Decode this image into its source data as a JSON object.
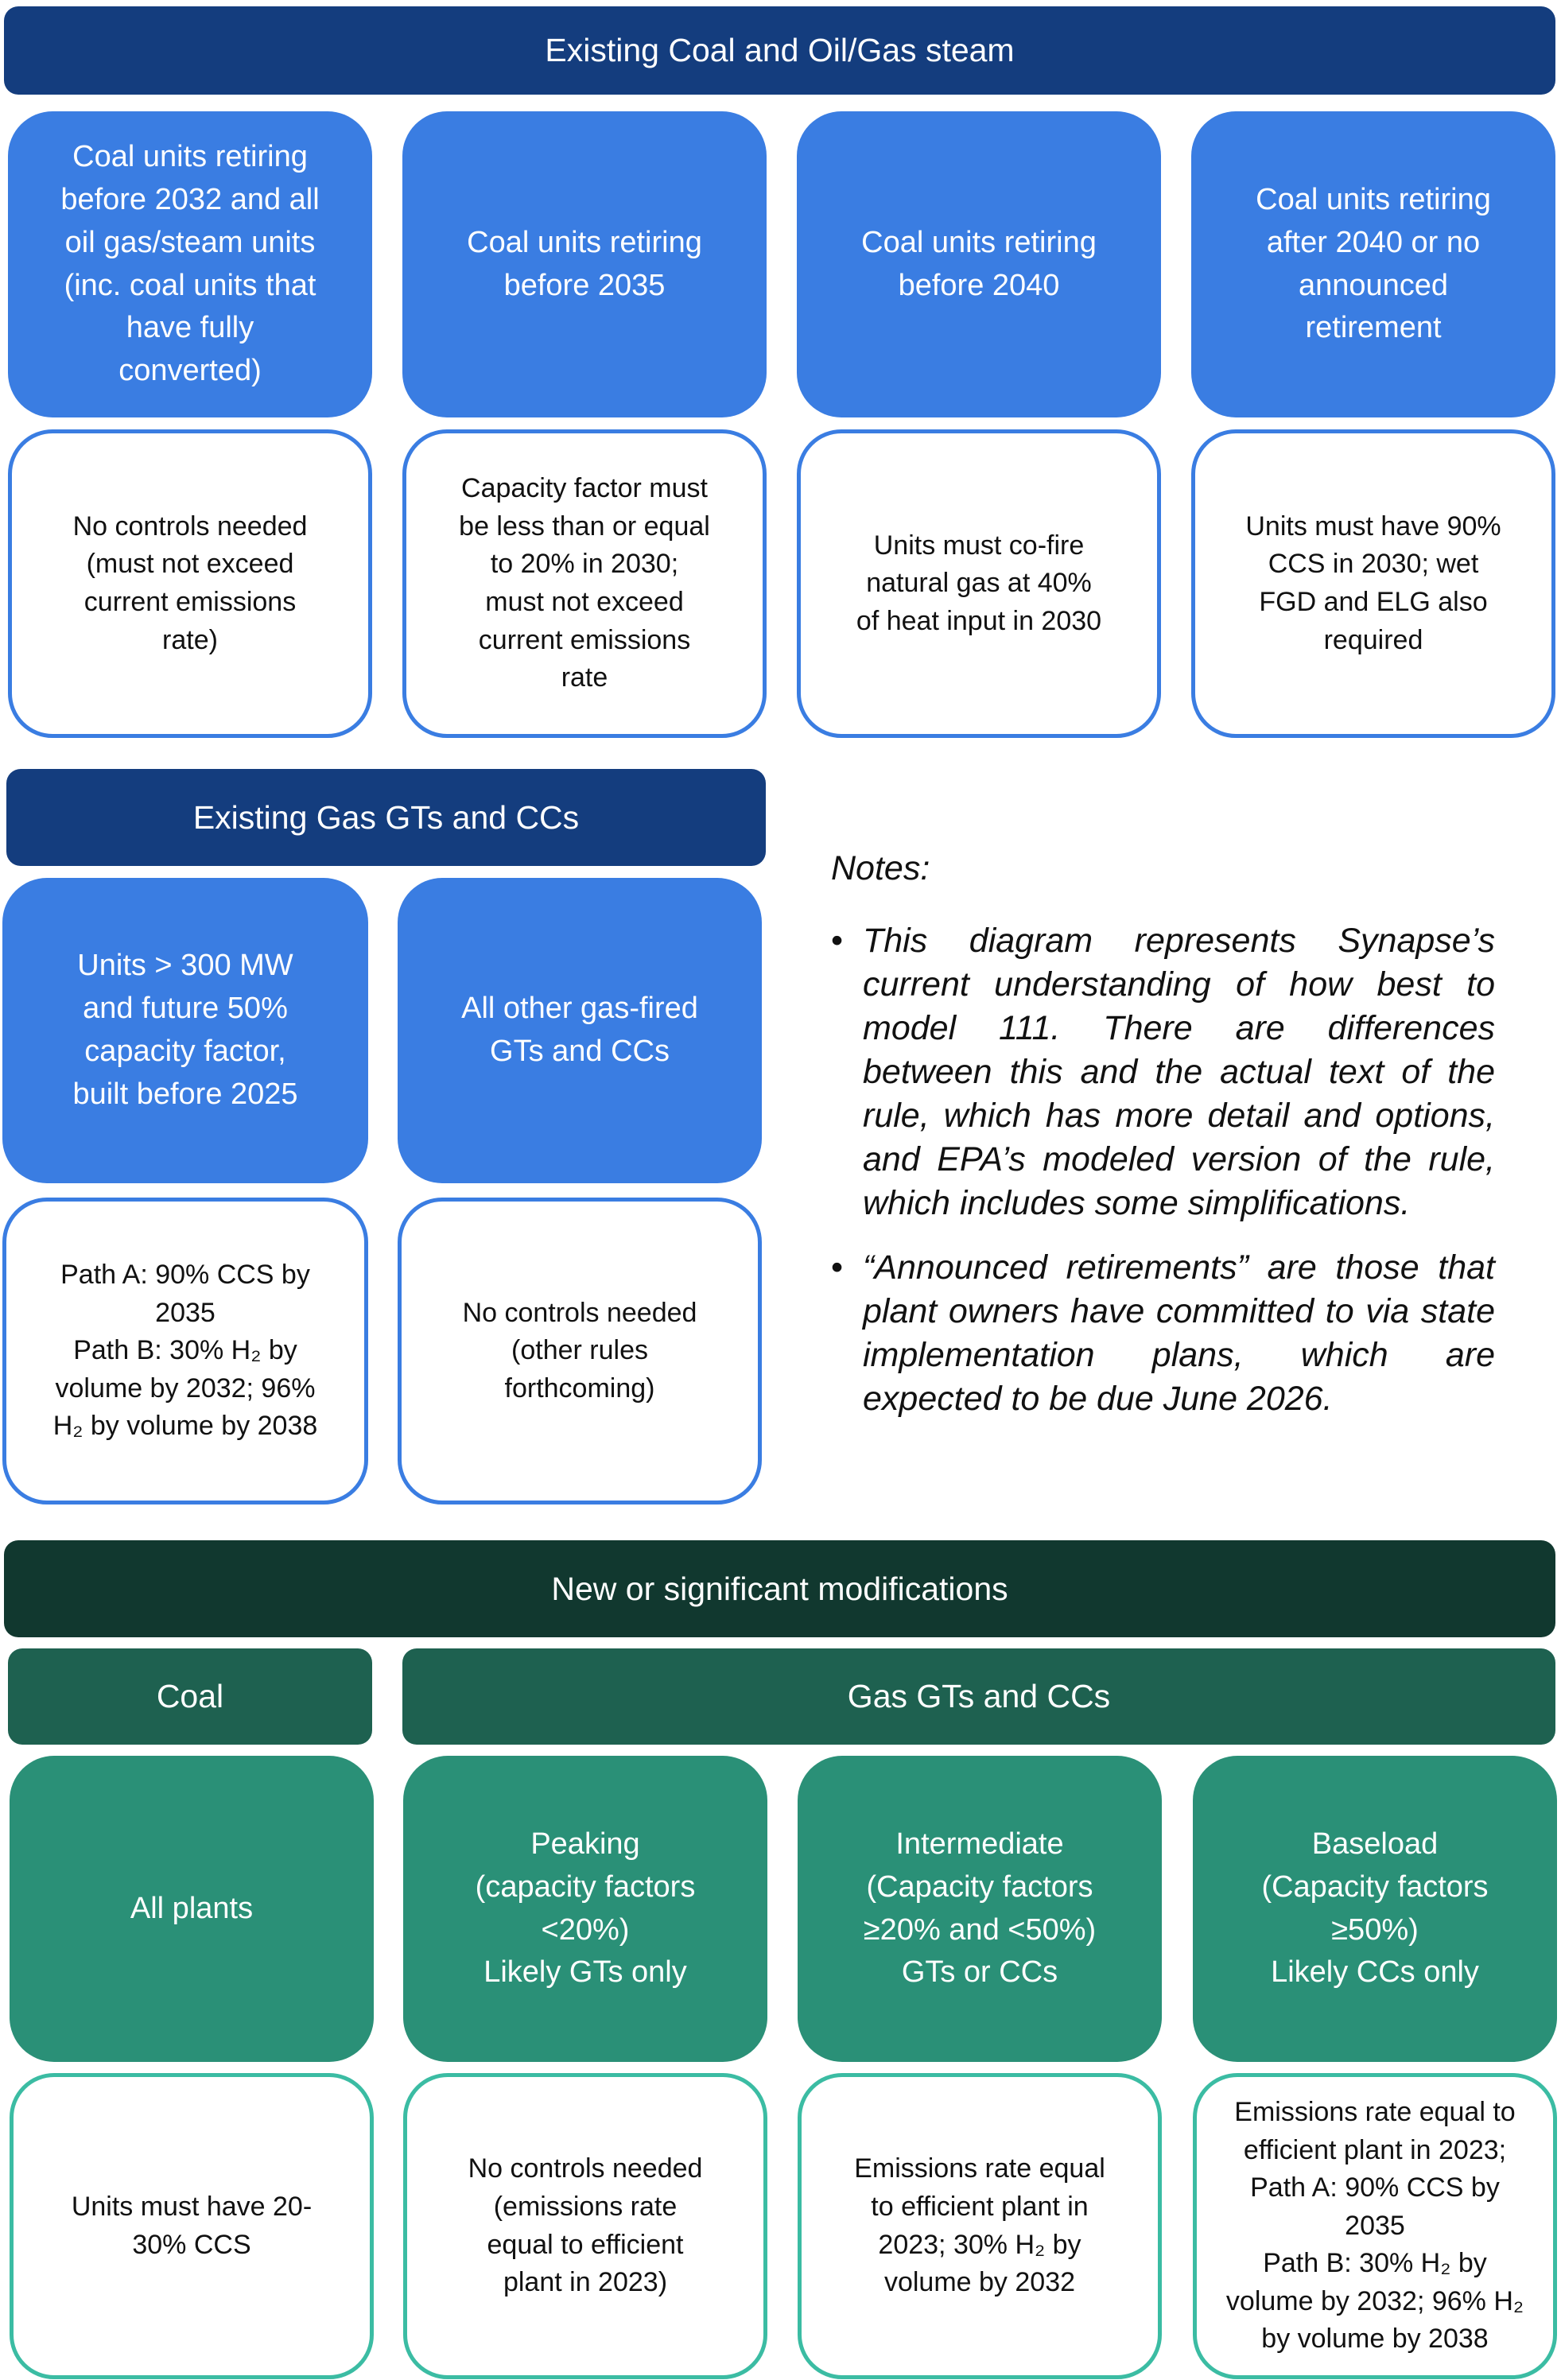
{
  "existing_coal_oil_gas": {
    "header": "Existing Coal and Oil/Gas steam",
    "categories": [
      {
        "label": "Coal units retiring\nbefore 2032 and all\noil gas/steam units\n(inc. coal units that\nhave fully\nconverted)",
        "requirement": "No controls needed\n(must not exceed\ncurrent emissions\nrate)"
      },
      {
        "label": "Coal units retiring\nbefore 2035",
        "requirement": "Capacity factor must\nbe less than or equal\nto 20% in 2030;\nmust not exceed\ncurrent emissions\nrate"
      },
      {
        "label": "Coal units retiring\nbefore 2040",
        "requirement": "Units must co-fire\nnatural gas at 40%\nof heat input in 2030"
      },
      {
        "label": "Coal units retiring\nafter 2040 or no\nannounced\nretirement",
        "requirement": "Units must have 90%\nCCS in 2030; wet\nFGD and ELG also\nrequired"
      }
    ]
  },
  "existing_gas": {
    "header": "Existing Gas GTs and CCs",
    "categories": [
      {
        "label": "Units > 300 MW\nand future 50%\ncapacity factor,\nbuilt before 2025",
        "requirement": "Path A: 90% CCS by\n2035\nPath B: 30% H₂ by\nvolume by 2032; 96%\nH₂ by volume by 2038"
      },
      {
        "label": "All other gas-fired\nGTs and CCs",
        "requirement": "No controls needed\n(other rules\nforthcoming)"
      }
    ]
  },
  "notes": {
    "title": "Notes:",
    "bullet_symbol": "•",
    "items": [
      "This diagram represents Synapse’s current understanding of how best to model 111. There are differences between this and the actual text of the rule, which has more detail and options, and EPA’s modeled version of the rule, which includes some simplifications.",
      "“Announced retirements” are those that plant owners have committed to via state implementation plans, which are expected to be due June 2026."
    ]
  },
  "new_modifications": {
    "header": "New or significant modifications",
    "coal_header": "Coal",
    "gas_header": "Gas GTs and CCs",
    "categories": [
      {
        "label": "All plants",
        "requirement": "Units must have 20-\n30% CCS"
      },
      {
        "label": "Peaking\n(capacity factors\n<20%)\nLikely GTs only",
        "requirement": "No controls needed\n(emissions rate\nequal to efficient\nplant in 2023)"
      },
      {
        "label": "Intermediate\n(Capacity factors\n≥20% and <50%)\nGTs or CCs",
        "requirement": "Emissions rate equal\nto efficient plant in\n2023; 30% H₂ by\nvolume by 2032"
      },
      {
        "label": "Baseload\n(Capacity factors\n≥50%)\nLikely CCs only",
        "requirement": "Emissions rate equal to\nefficient plant in 2023;\nPath A: 90% CCS by\n2035\nPath B: 30% H₂ by\nvolume by 2032; 96% H₂\nby volume by 2038"
      }
    ]
  },
  "colors": {
    "navy_header": "#143d7e",
    "blue_box": "#3a7de2",
    "dark_green_header": "#11382f",
    "mid_green_header": "#1e6150",
    "green_box": "#2a9077",
    "green_outline": "#3bbca3"
  }
}
